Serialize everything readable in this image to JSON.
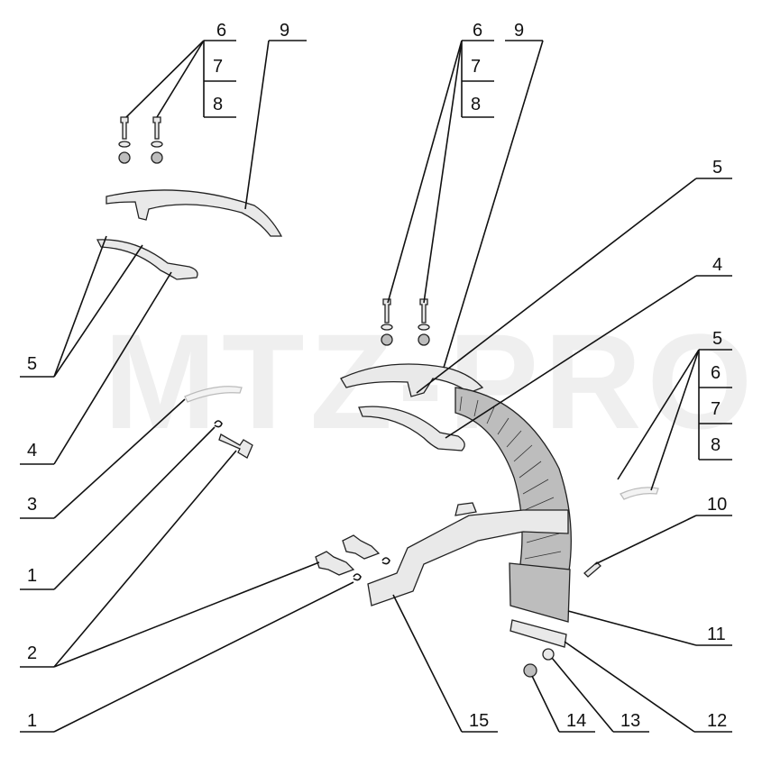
{
  "watermark": "MTZ-PRO",
  "callouts": {
    "top_left": [
      "6",
      "7",
      "8"
    ],
    "top_left_9": "9",
    "top_mid": [
      "6",
      "7",
      "8"
    ],
    "top_mid_9": "9",
    "right_5": "5",
    "right_4": "4",
    "right_group": [
      "5",
      "6",
      "7",
      "8"
    ],
    "left_5": "5",
    "left_4": "4",
    "left_3": "3",
    "left_1a": "1",
    "left_2": "2",
    "left_1b": "1",
    "bottom_15": "15",
    "bottom_14": "14",
    "bottom_13": "13",
    "bottom_12": "12",
    "right_11": "11",
    "right_10": "10"
  }
}
